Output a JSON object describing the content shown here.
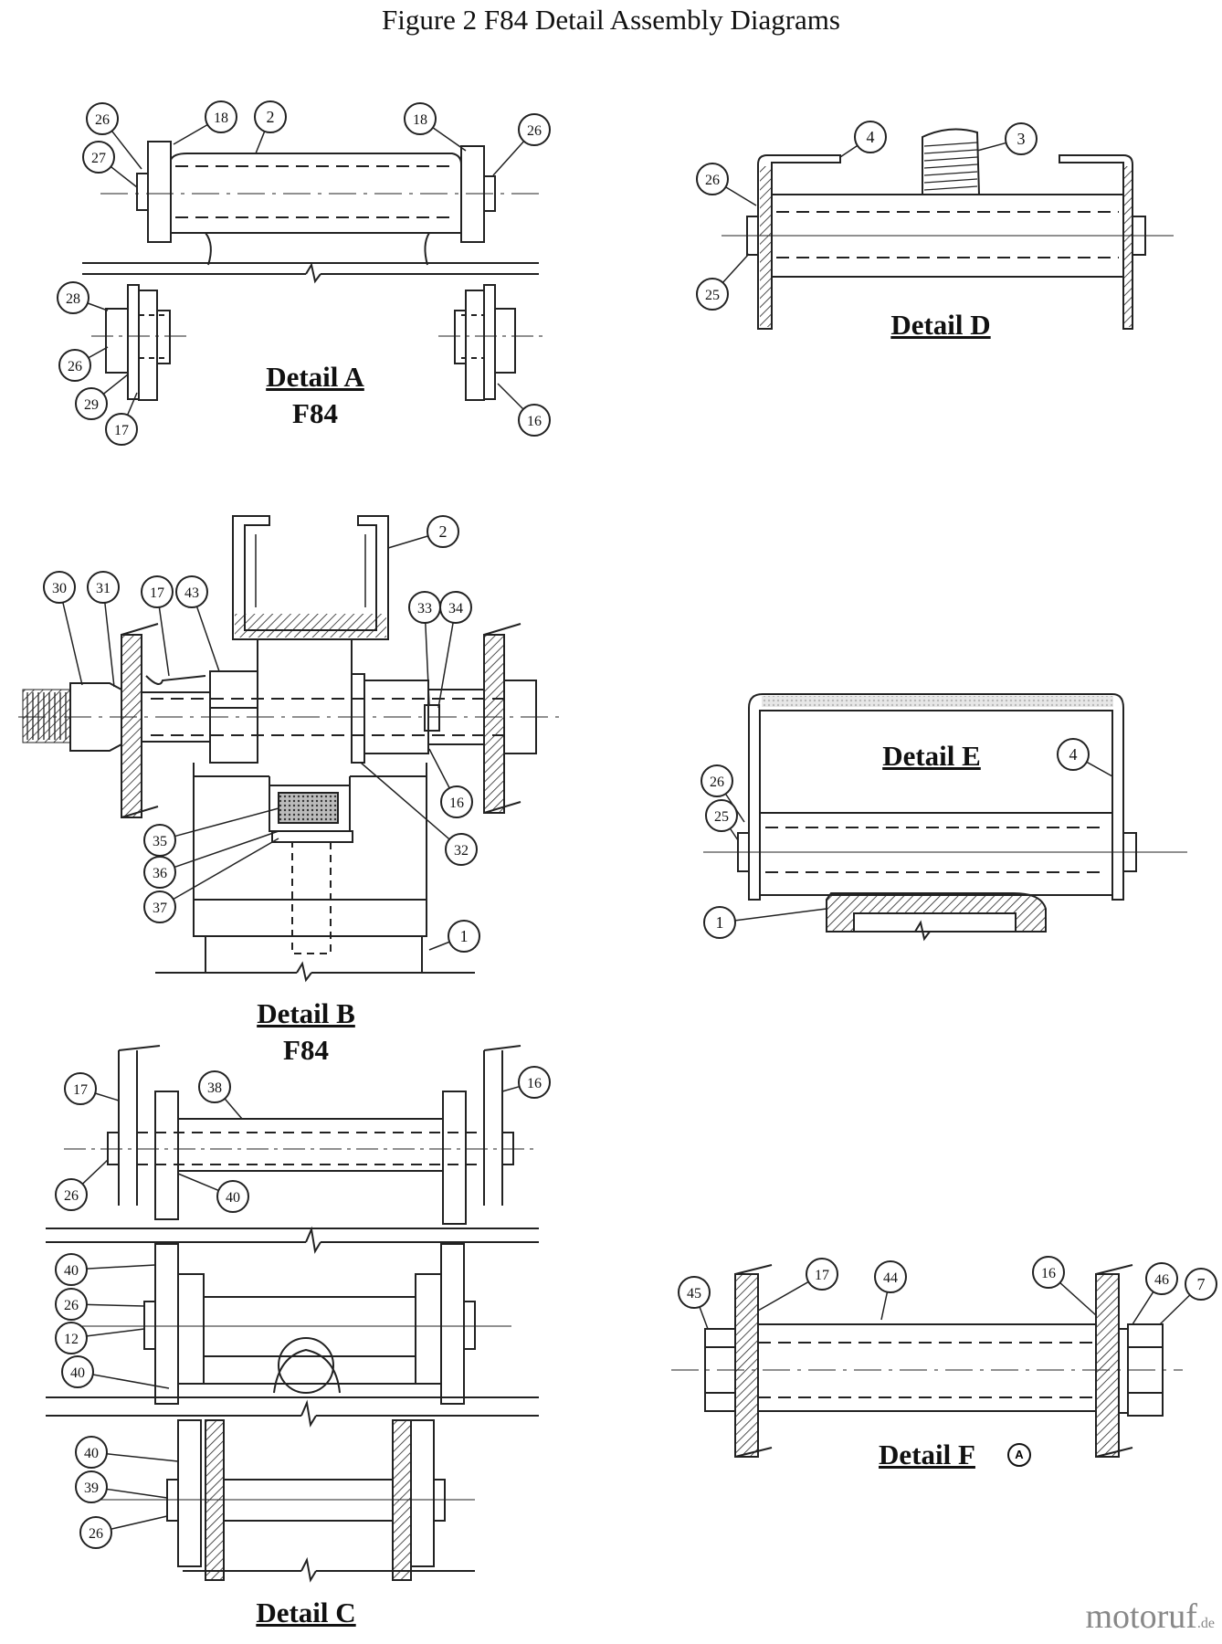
{
  "figure_title": "Figure 2  F84 Detail Assembly Diagrams",
  "details": {
    "a": {
      "label": "Detail A",
      "sub": "F84"
    },
    "b": {
      "label": "Detail B",
      "sub": "F84"
    },
    "c": {
      "label": "Detail C"
    },
    "d": {
      "label": "Detail D"
    },
    "e": {
      "label": "Detail E"
    },
    "f": {
      "label": "Detail F",
      "mark": "A"
    }
  },
  "watermark": {
    "text": "motoruf",
    "ext": ".de"
  },
  "callouts": {
    "a": [
      "26",
      "18",
      "2",
      "18",
      "26",
      "27",
      "28",
      "26",
      "29",
      "17",
      "16"
    ],
    "b": [
      "2",
      "30",
      "31",
      "17",
      "43",
      "33",
      "34",
      "35",
      "36",
      "37",
      "16",
      "32",
      "1"
    ],
    "c": [
      "38",
      "17",
      "16",
      "26",
      "40",
      "40",
      "26",
      "12",
      "40",
      "40",
      "39",
      "26"
    ],
    "d": [
      "4",
      "3",
      "26",
      "25"
    ],
    "e": [
      "4",
      "26",
      "25",
      "1"
    ],
    "f": [
      "45",
      "17",
      "44",
      "16",
      "46",
      "7"
    ]
  }
}
